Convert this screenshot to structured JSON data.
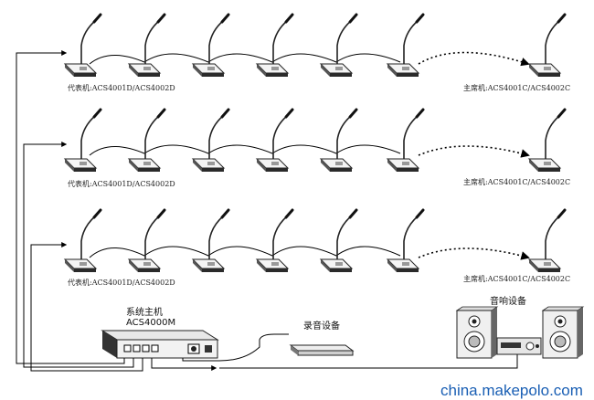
{
  "rows": [
    {
      "delegate_label": "代表机:ACS4001D/ACS4002D",
      "chairman_label": "主席机:ACS4001C/ACS4002C"
    },
    {
      "delegate_label": "代表机:ACS4001D/ACS4002D",
      "chairman_label": "主席机:ACS4001C/ACS4002C"
    },
    {
      "delegate_label": "代表机:ACS4001D/ACS4002D",
      "chairman_label": "主席机:ACS4001C/ACS4002C"
    }
  ],
  "host": {
    "title": "系统主机",
    "model": "ACS4000M"
  },
  "recorder": {
    "label": "录音设备"
  },
  "speakers": {
    "label": "音响设备"
  },
  "watermark": "china.makepolo.com"
}
